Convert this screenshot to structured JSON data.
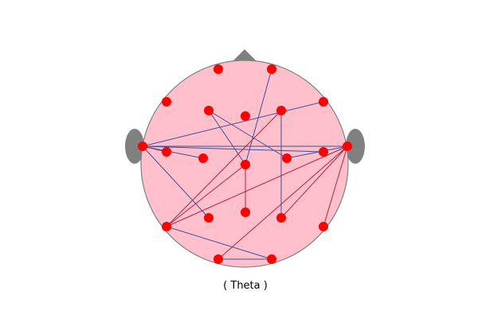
{
  "caption": "( Theta )",
  "colors": {
    "head_fill": "#ffc0cb",
    "head_outline": "#808080",
    "nose_ears": "#808080",
    "electrode": "#ff0000",
    "edge_blue": "#3c4f9a",
    "edge_red": "#b22246"
  },
  "electrode_count": 21,
  "edges": [
    {
      "from": 1,
      "to": 10,
      "color": "blue"
    },
    {
      "from": 10,
      "to": 3,
      "color": "blue"
    },
    {
      "from": 3,
      "to": 11,
      "color": "blue"
    },
    {
      "from": 10,
      "to": 17,
      "color": "red"
    },
    {
      "from": 10,
      "to": 14,
      "color": "red"
    },
    {
      "from": 7,
      "to": 6,
      "color": "blue"
    },
    {
      "from": 7,
      "to": 9,
      "color": "blue"
    },
    {
      "from": 7,
      "to": 8,
      "color": "red"
    },
    {
      "from": 7,
      "to": 15,
      "color": "blue"
    },
    {
      "from": 7,
      "to": 12,
      "color": "blue"
    },
    {
      "from": 7,
      "to": 13,
      "color": "blue"
    },
    {
      "from": 13,
      "to": 11,
      "color": "blue"
    },
    {
      "from": 13,
      "to": 16,
      "color": "red"
    },
    {
      "from": 13,
      "to": 17,
      "color": "red"
    },
    {
      "from": 13,
      "to": 18,
      "color": "red"
    },
    {
      "from": 13,
      "to": 19,
      "color": "red"
    },
    {
      "from": 5,
      "to": 16,
      "color": "blue"
    },
    {
      "from": 5,
      "to": 17,
      "color": "red"
    },
    {
      "from": 17,
      "to": 20,
      "color": "blue"
    },
    {
      "from": 19,
      "to": 20,
      "color": "blue"
    },
    {
      "from": 19,
      "to": 20,
      "color": "blue"
    }
  ]
}
